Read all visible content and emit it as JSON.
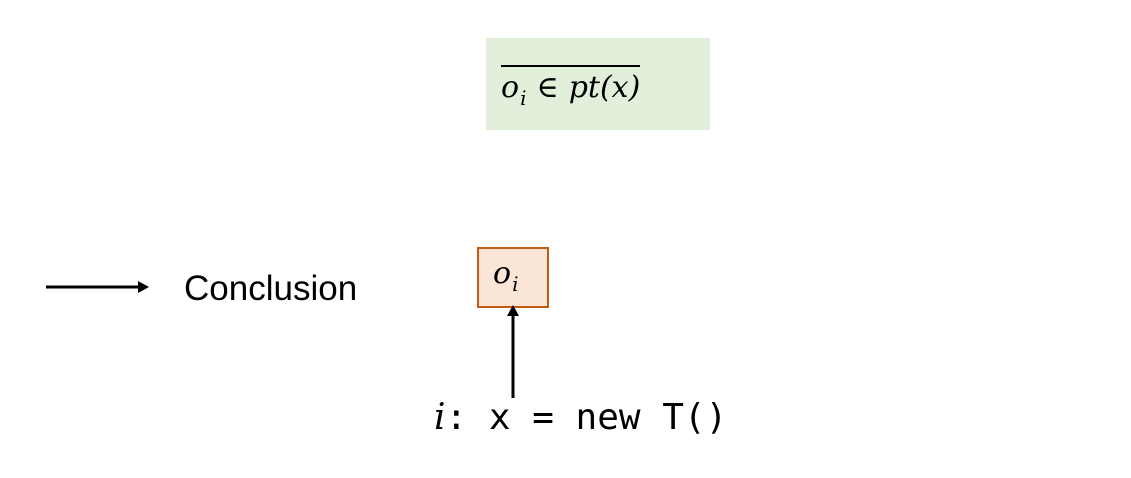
{
  "rule": {
    "object_base": "o",
    "object_sub": "i",
    "relation": "∈",
    "pointer_set": "pt(x)"
  },
  "legend": {
    "label": "Conclusion"
  },
  "node": {
    "base": "o",
    "sub": "i"
  },
  "statement": {
    "label": "i",
    "code": ": x = new T()"
  },
  "colors": {
    "rule_background": "#e2efda",
    "node_fill": "#fbe5d6",
    "node_border": "#c55a11",
    "ink": "#000000"
  }
}
